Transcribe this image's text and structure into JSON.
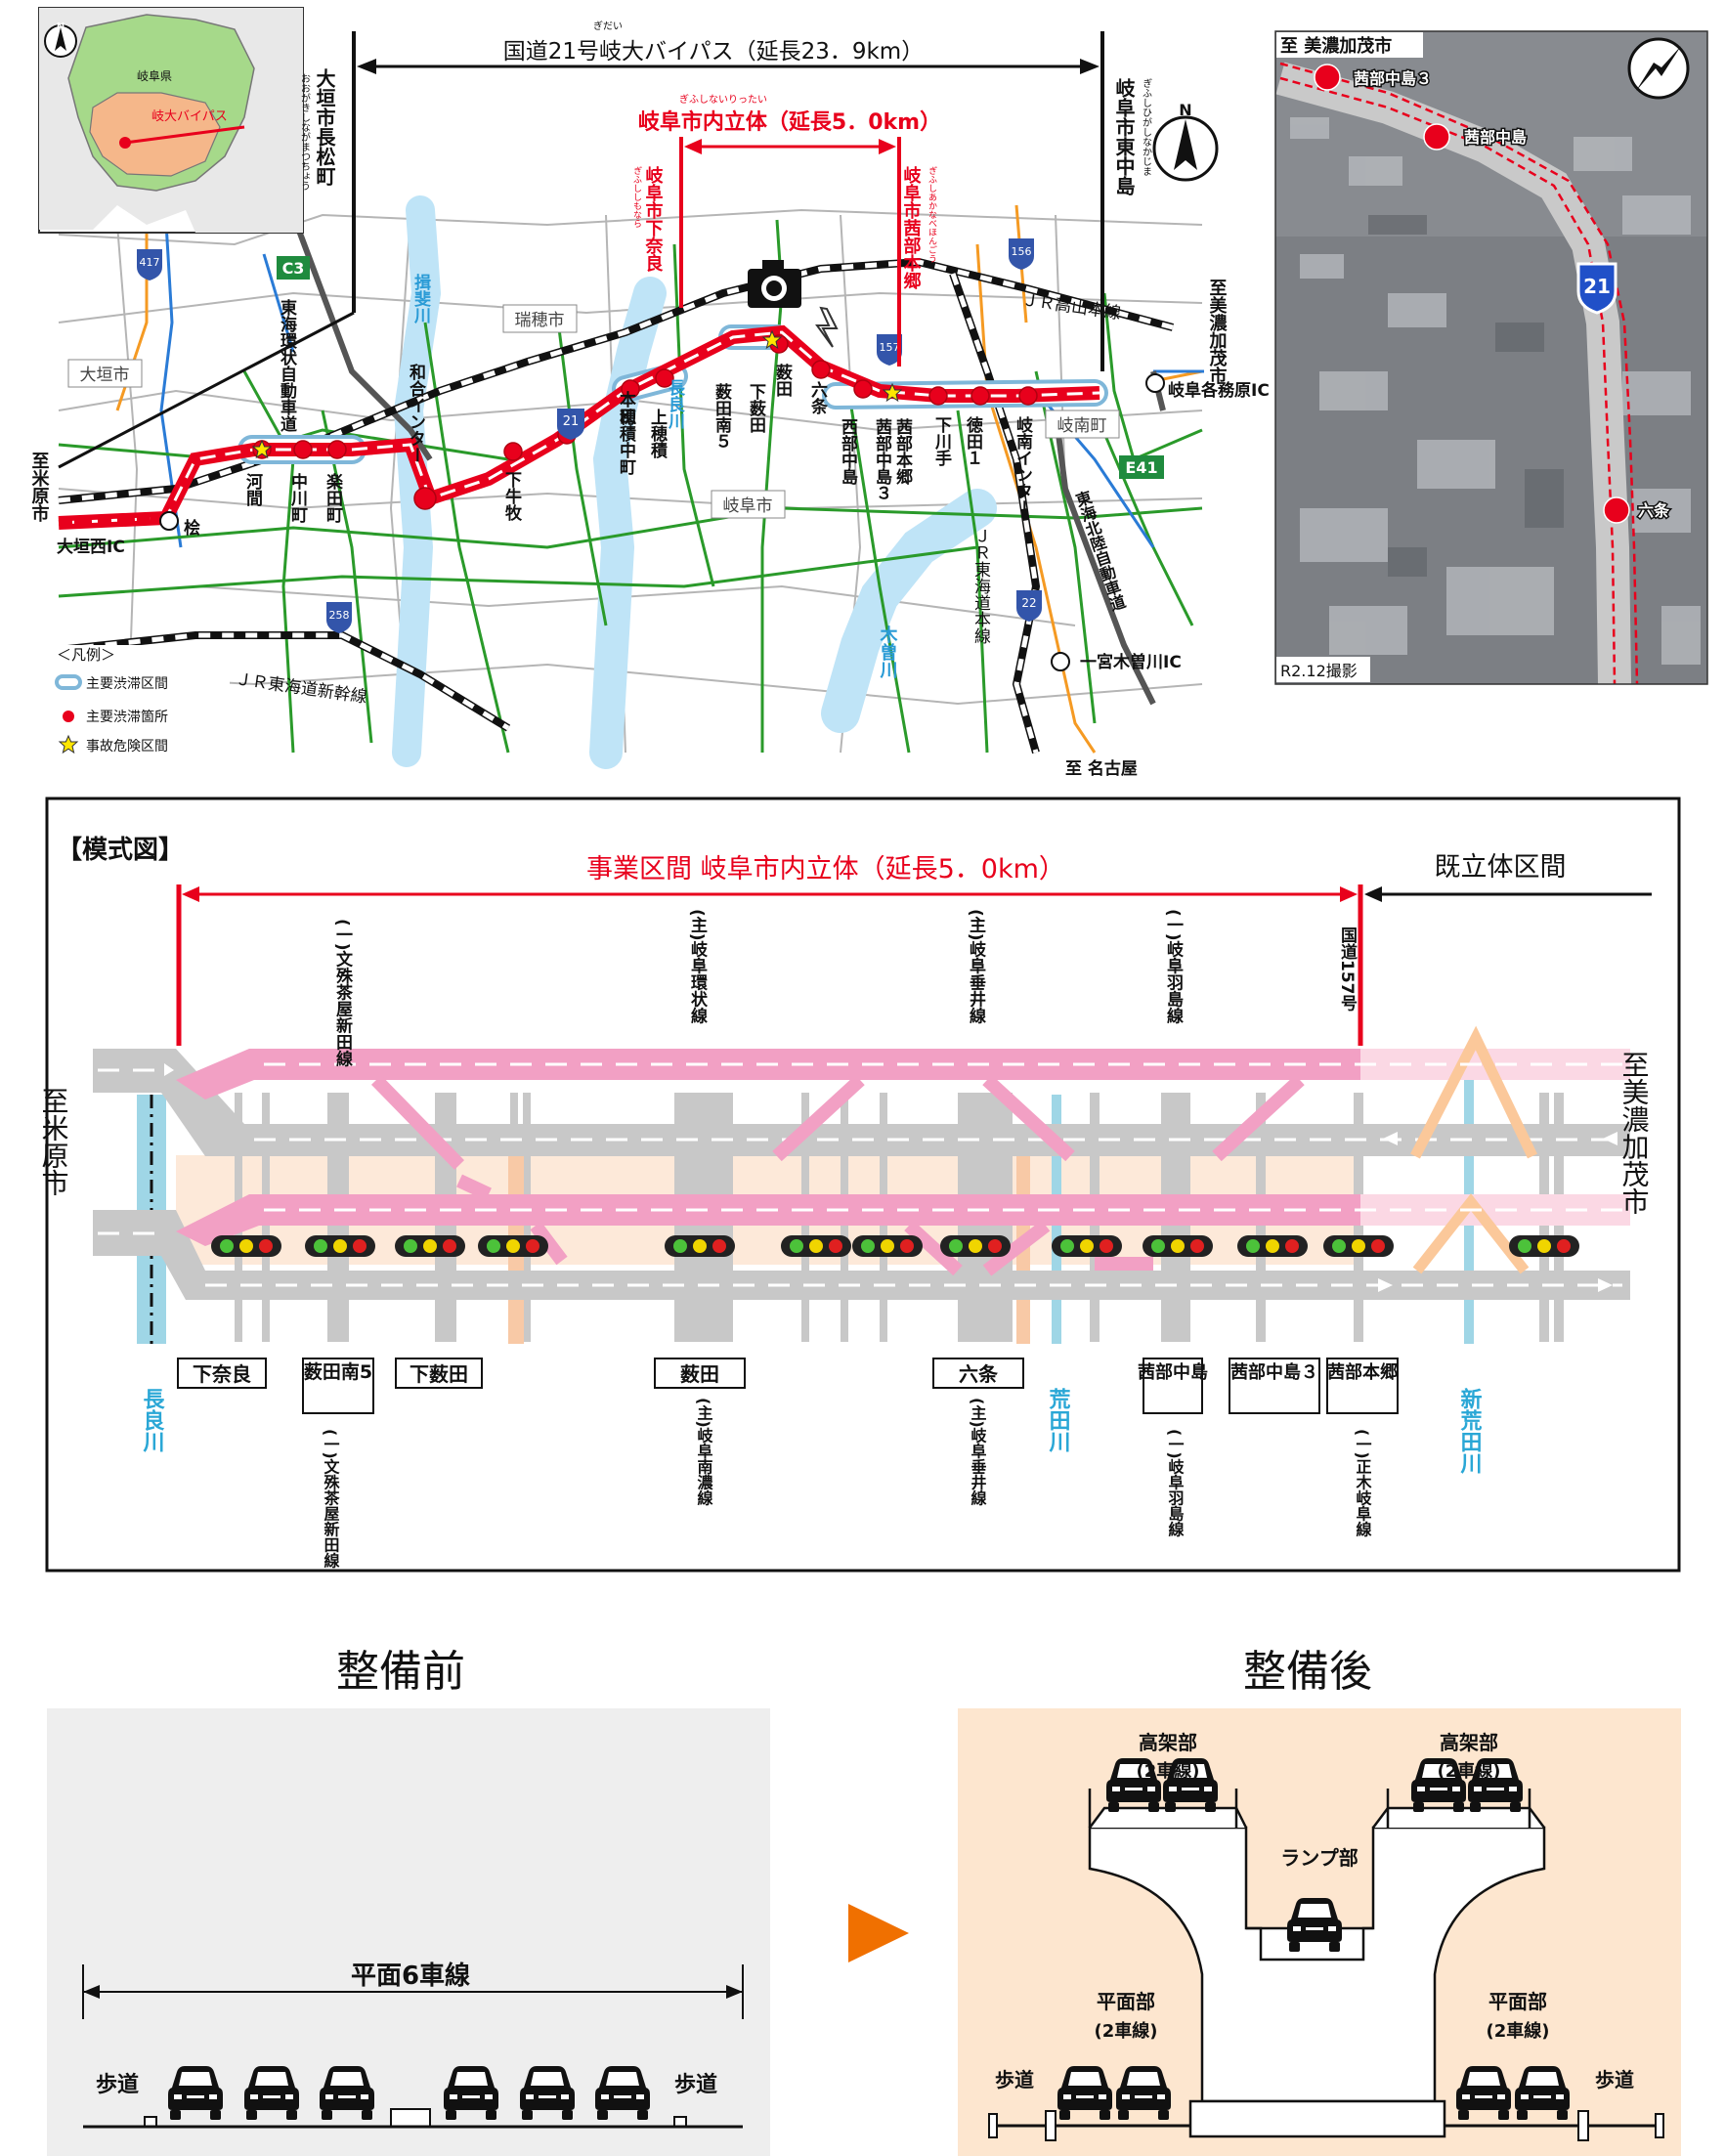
{
  "map": {
    "title": "国道21号岐大バイパス（延長23．9km）",
    "title_ruby": "ぎだい",
    "sub_title": "岐阜市内立体（延長5．0km）",
    "sub_title_ruby": "ぎふしないりったい",
    "left_end": "大垣市長松町",
    "left_end_ruby": "おおがきしながまつちょう",
    "right_end": "岐阜市東中島",
    "right_end_ruby": "ぎふしひがしなかじま",
    "sub_left": "岐阜市下奈良",
    "sub_left_ruby": "ぎふししもなら",
    "sub_right": "岐阜市茜部本郷",
    "sub_right_ruby": "ぎふしあかなべほんごう",
    "inset_pref": "岐阜県",
    "inset_route": "岐大バイパス",
    "north": "N",
    "cities": [
      "大垣市",
      "瑞穂市",
      "岐阜市",
      "岐南町"
    ],
    "rivers": [
      "揖斐川",
      "長良川",
      "木曽川"
    ],
    "railways": [
      "ＪＲ高山本線",
      "ＪＲ東海道新幹線",
      "ＪＲ東海道本線"
    ],
    "roads": [
      "東海環状自動車道",
      "東海北陸自動車道"
    ],
    "route_shields": [
      "417",
      "C3",
      "21",
      "156",
      "157",
      "258",
      "22",
      "E41"
    ],
    "places": [
      "河間",
      "中川町",
      "楽田町",
      "和合インター",
      "下牛牧",
      "本田",
      "上穂積",
      "穂積中町",
      "薮田南５",
      "下薮田",
      "薮田",
      "六条",
      "西部中島",
      "茜部中島３",
      "茜部本郷",
      "下川手",
      "徳田１",
      "岐南インター",
      "大垣西IC",
      "桧",
      "一宮木曽川IC",
      "岐阜各務原IC"
    ],
    "to_west": "至米原市",
    "to_east": "至美濃加茂市",
    "to_south": "至 名古屋",
    "legend_title": "＜凡例＞",
    "legend": [
      "主要渋滞区間",
      "主要渋滞箇所",
      "事故危険区間"
    ],
    "colors": {
      "route": "#e8001c",
      "congestion": "#7fb7d9",
      "rail": "#111111",
      "river": "#bfe4f7",
      "road": "#2a9a2a"
    }
  },
  "photo": {
    "label_top": "至 美濃加茂市",
    "points": [
      "茜部中島３",
      "茜部中島",
      "六条"
    ],
    "route_no": "21",
    "caption": "R2.12撮影"
  },
  "schematic": {
    "title": "【模式図】",
    "section": "事業区間 岐阜市内立体（延長5．0km）",
    "existing": "既立体区間",
    "to_left": "至米原市",
    "to_right": "至美濃加茂市",
    "top_labels": [
      "(一)文殊茶屋新田線",
      "(主)岐阜環状線",
      "(主)岐阜垂井線",
      "(一)岐阜羽島線",
      "国道157号"
    ],
    "intersections": [
      "下奈良",
      "薮田南5",
      "下薮田",
      "薮田",
      "六条",
      "茜部中島",
      "茜部中島３",
      "茜部本郷"
    ],
    "bottom_labels": [
      "(一)文殊茶屋新田線",
      "(主)岐阜南濃線",
      "(主)岐阜垂井線",
      "(一)岐阜羽島線",
      "(一)正木岐阜線"
    ],
    "rivers": [
      "長良川",
      "荒田川",
      "新荒田川"
    ],
    "colors": {
      "elevated": "#f2a0c4",
      "at_grade": "#c8c8c8",
      "band": "#fde9d9",
      "frame": "#111111",
      "red": "#e8001c",
      "river": "#9fd6e6"
    }
  },
  "before": {
    "title": "整備前",
    "lanes": "平面6車線",
    "sidewalk": "歩道",
    "bg": "#eeeeee"
  },
  "after": {
    "title": "整備後",
    "elevated": "高架部",
    "elevated_lanes": "(2車線)",
    "ramp": "ランプ部",
    "atgrade": "平面部",
    "atgrade_lanes": "(2車線)",
    "sidewalk": "歩道",
    "bg": "#fde6cf"
  },
  "arrow_color": "#f07000"
}
